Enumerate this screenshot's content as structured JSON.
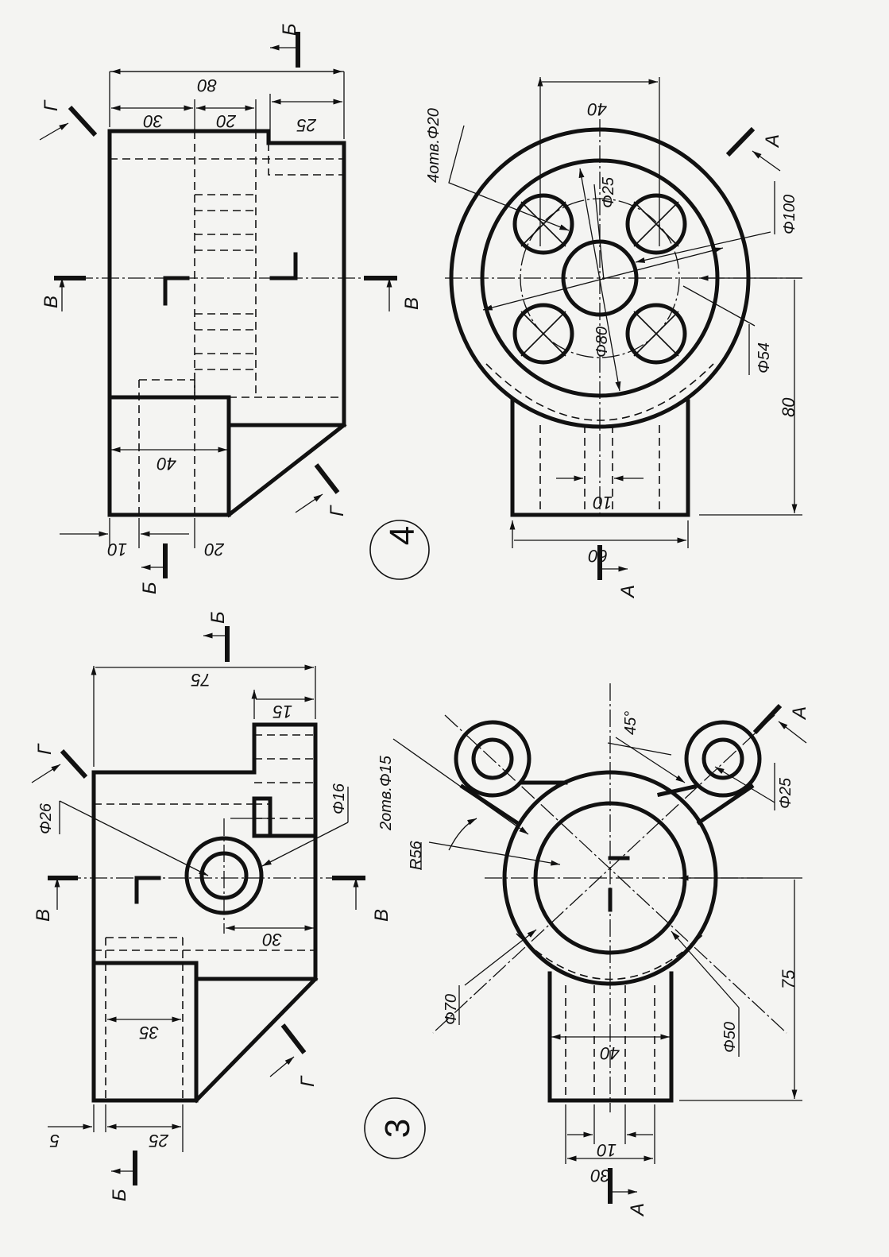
{
  "sheet": {
    "variant_3": {
      "number": "3",
      "top_view": {
        "dims": {
          "d75": "75",
          "d15": "15",
          "d30": "30",
          "d35": "35",
          "d5": "5",
          "d25": "25"
        },
        "callouts": {
          "phi26": "Φ26",
          "phi16": "Φ16"
        },
        "section_labels": {
          "B_top": "Б",
          "B_bottom": "Б",
          "V_left": "В",
          "V_right": "В",
          "G_top": "Г",
          "G_bottom": "Г"
        }
      },
      "front_view": {
        "dims": {
          "d75": "75",
          "d40": "40",
          "d10": "10",
          "d30": "30",
          "angle45": "45°"
        },
        "callouts": {
          "holes": "2отв.Φ15",
          "r56": "R56",
          "phi70": "Φ70",
          "phi50": "Φ50",
          "phi25": "Φ25"
        },
        "section_labels": {
          "A_left": "А",
          "A_right": "А"
        }
      }
    },
    "variant_4": {
      "number": "4",
      "top_view": {
        "dims": {
          "d80": "80",
          "d30": "30",
          "d20a": "20",
          "d25": "25",
          "d40": "40",
          "d10": "10",
          "d20b": "20"
        },
        "section_labels": {
          "B_top": "Б",
          "B_bottom": "Б",
          "V_left": "В",
          "V_right": "В",
          "G_top": "Г",
          "G_bottom": "Г"
        }
      },
      "front_view": {
        "dims": {
          "d40": "40",
          "d80": "80",
          "d10": "10",
          "d60": "60"
        },
        "callouts": {
          "holes": "4отв.Φ20",
          "phi25": "Φ25",
          "phi100": "Φ100",
          "phi80": "Φ80",
          "phi54": "Φ54"
        },
        "section_labels": {
          "A_left": "А",
          "A_right": "А"
        }
      }
    }
  }
}
